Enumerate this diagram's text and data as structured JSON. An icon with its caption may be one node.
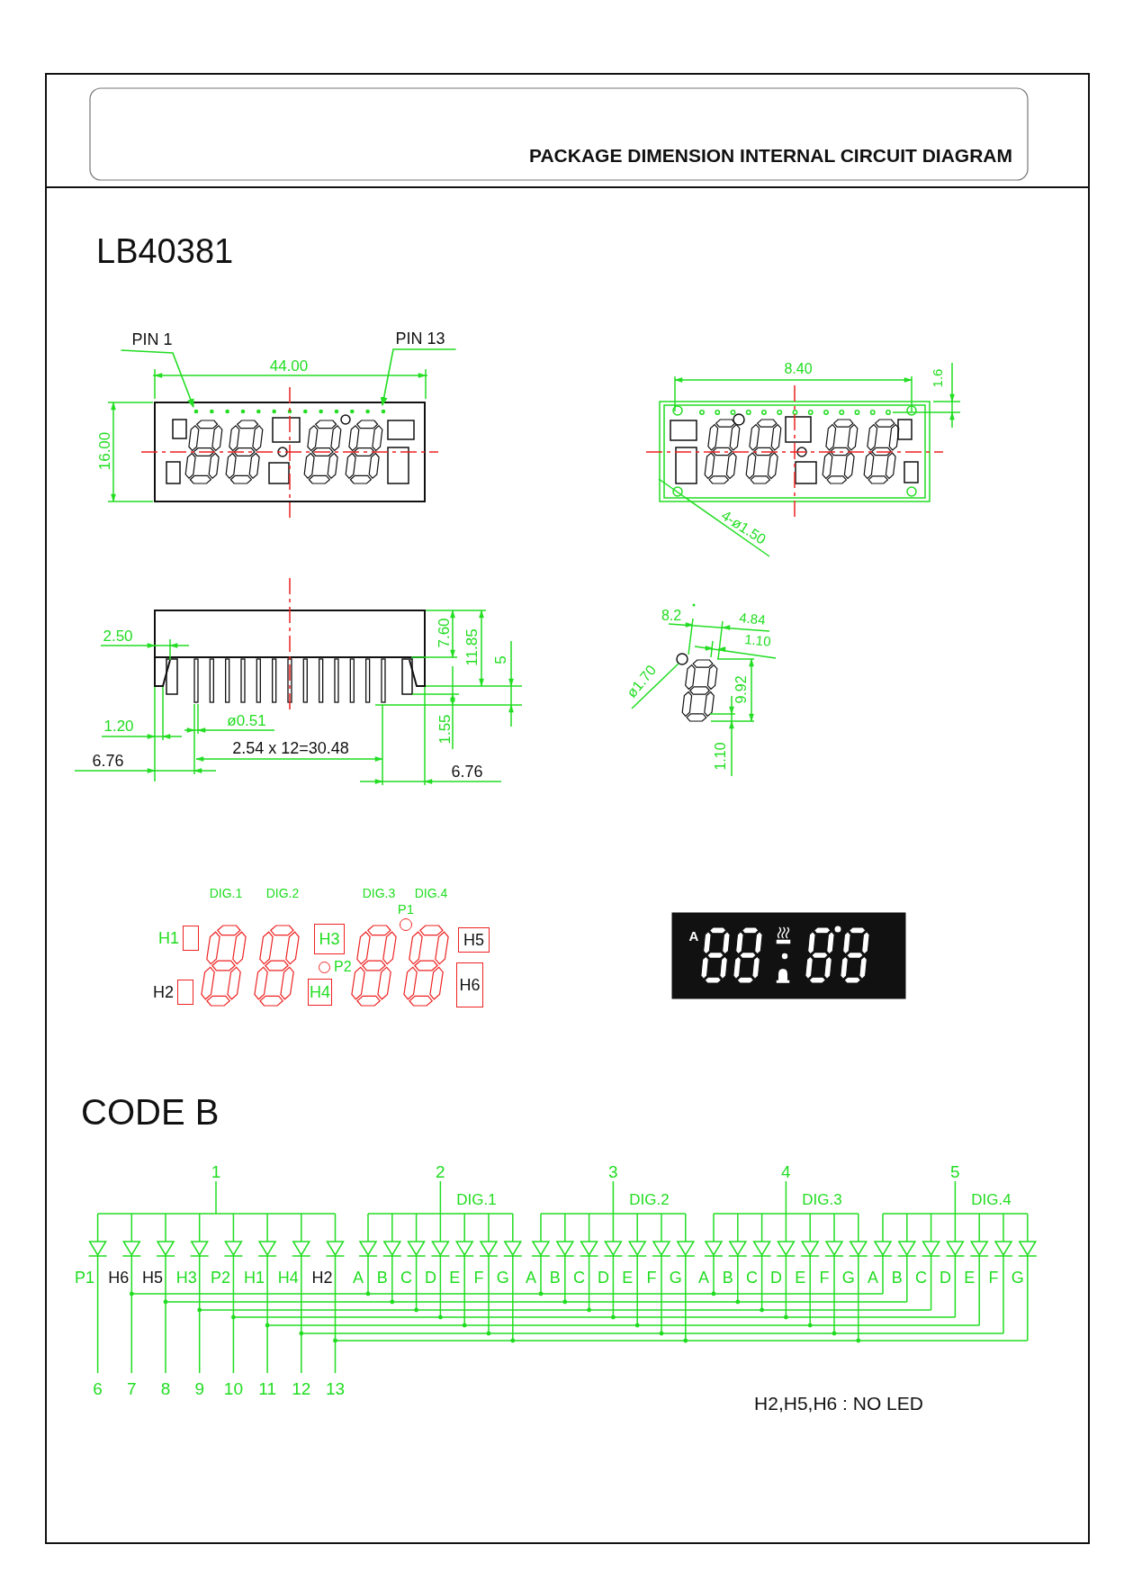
{
  "diagram": {
    "title": "LB40381",
    "nodes": [
      {
        "text": [
          "PIN 1"
        ]
      },
      {
        "text": [
          "PIN 13"
        ]
      },
      {
        "text": [
          "P1"
        ]
      },
      {
        "text": [
          "H1"
        ]
      },
      {
        "text": [
          "H3"
        ]
      },
      {
        "text": [
          "H5"
        ]
      },
      {
        "text": [
          "P2"
        ]
      },
      {
        "text": [
          "H2"
        ]
      },
      {
        "text": [
          "H4"
        ]
      },
      {
        "text": [
          "H6"
        ]
      }
    ],
    "edges": [
      {
        "from": 0,
        "to": null,
        "arrow": "to"
      },
      {
        "from": 1,
        "to": null,
        "arrow": "to"
      }
    ],
    "labels": [
      "PACKAGE DIMENSION INTERNAL CIRCUIT DIAGRAM",
      "44.00",
      "16.00",
      "8.40",
      "1.6",
      "4-ø1.50",
      "2.50",
      "7.60",
      "11.85",
      "5",
      "8.2",
      "4.84",
      "1.10",
      "ø1.70",
      "9.92",
      "1.20",
      "ø0.51",
      "1.55",
      "2.54 x 12=30.48",
      "6.76",
      "6.76",
      "1.10",
      "DIG.1",
      "DIG.2",
      "DIG.3",
      "DIG.4",
      "A",
      "CODE B",
      "1",
      "2",
      "3",
      "4",
      "5",
      "DIG.1",
      "DIG.2",
      "DIG.3",
      "DIG.4",
      "P1",
      "H6",
      "H5",
      "H3",
      "P2",
      "H1",
      "H4",
      "H2",
      "A",
      "B",
      "C",
      "D",
      "E",
      "F",
      "G",
      "A",
      "B",
      "C",
      "D",
      "E",
      "F",
      "G",
      "A",
      "B",
      "C",
      "D",
      "E",
      "F",
      "G",
      "A",
      "B",
      "C",
      "D",
      "E",
      "F",
      "G",
      "6",
      "7",
      "8",
      "9",
      "10",
      "11",
      "12",
      "13",
      "H2,H5,H6 : NO LED"
    ]
  }
}
